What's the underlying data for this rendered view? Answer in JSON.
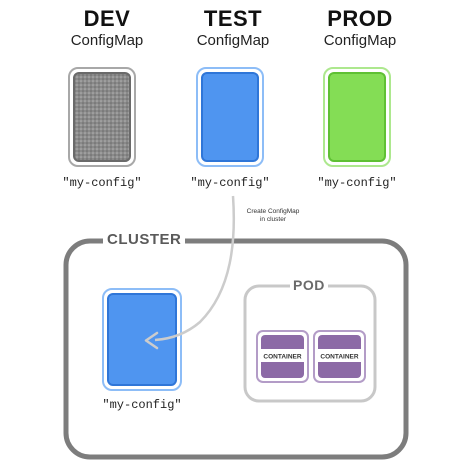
{
  "environments": [
    {
      "name": "DEV",
      "kind": "ConfigMap",
      "configmap": "\"my-config\"",
      "color": "#7a7a7a"
    },
    {
      "name": "TEST",
      "kind": "ConfigMap",
      "configmap": "\"my-config\"",
      "color": "#4f95f0"
    },
    {
      "name": "PROD",
      "kind": "ConfigMap",
      "configmap": "\"my-config\"",
      "color": "#84dd55"
    }
  ],
  "arrow": {
    "note_line1": "Create ConfigMap",
    "note_line2": "in cluster"
  },
  "cluster": {
    "title": "CLUSTER",
    "configmap": "\"my-config\"",
    "pod": {
      "title": "POD",
      "containers": [
        "CONTAINER",
        "CONTAINER"
      ],
      "container_color": "#8c6aa6"
    }
  },
  "colors": {
    "border_gray": "#7d7d7d",
    "pod_border": "#c8c8c8",
    "arrow": "#cccccc"
  }
}
